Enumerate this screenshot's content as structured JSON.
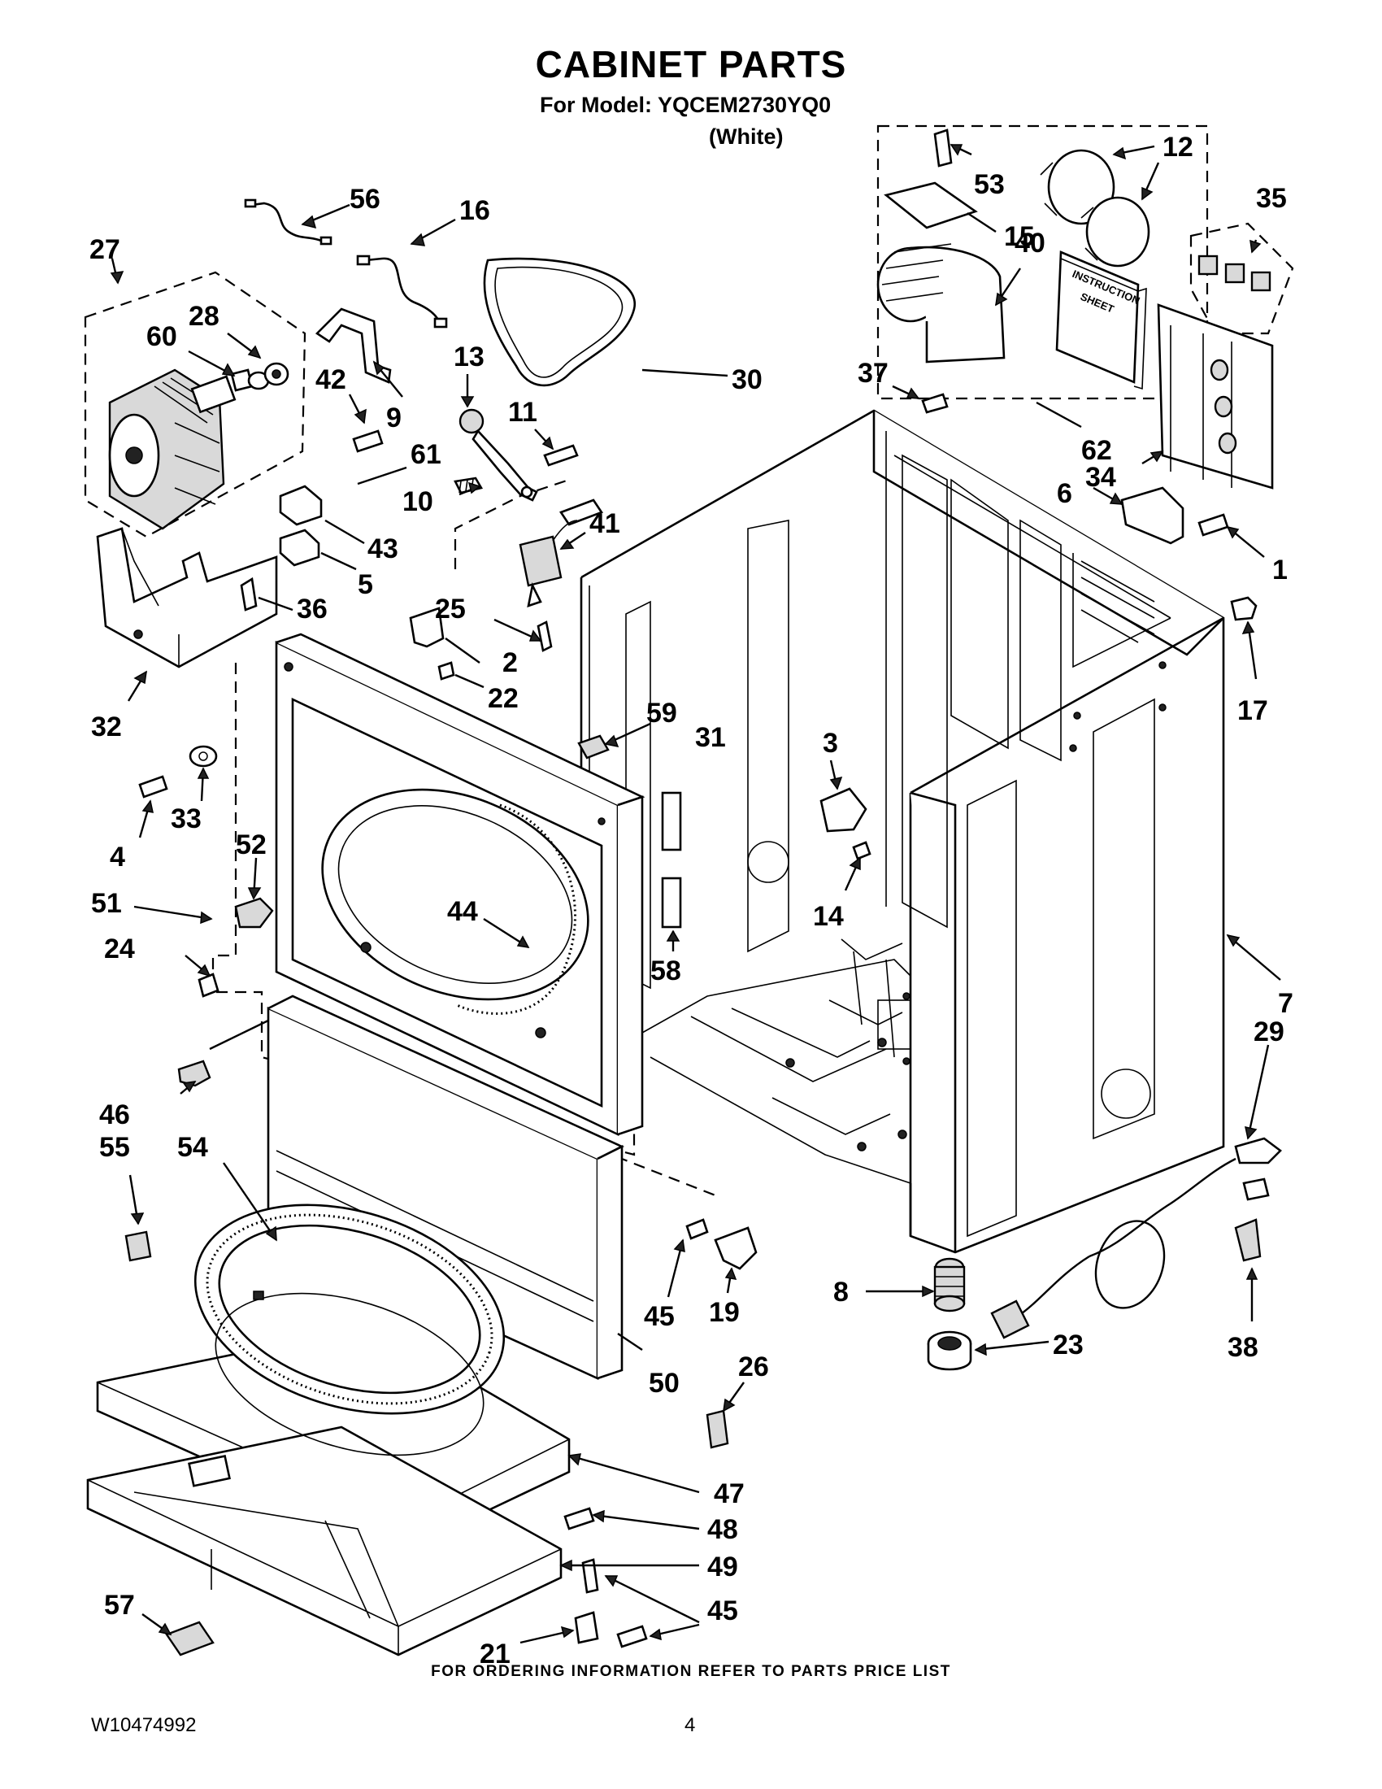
{
  "header": {
    "title": "CABINET PARTS",
    "model_line": "For Model: YQCEM2730YQ0",
    "color_line": "(White)"
  },
  "footer": {
    "ordering_note": "FOR ORDERING INFORMATION REFER TO PARTS PRICE LIST",
    "document_number": "W10474992",
    "page_number": "4"
  },
  "callouts": [
    "56",
    "16",
    "27",
    "28",
    "60",
    "42",
    "9",
    "30",
    "13",
    "11",
    "61",
    "10",
    "41",
    "43",
    "5",
    "36",
    "32",
    "25",
    "2",
    "22",
    "59",
    "31",
    "33",
    "4",
    "52",
    "51",
    "24",
    "44",
    "58",
    "46",
    "55",
    "54",
    "50",
    "45",
    "19",
    "26",
    "47",
    "48",
    "49",
    "57",
    "21",
    "12",
    "53",
    "15",
    "35",
    "40",
    "37",
    "62",
    "34",
    "6",
    "1",
    "17",
    "3",
    "14",
    "7",
    "29",
    "8",
    "23",
    "38"
  ],
  "instruction_sheet_text": [
    "INSTRUCTION",
    "SHEET"
  ]
}
